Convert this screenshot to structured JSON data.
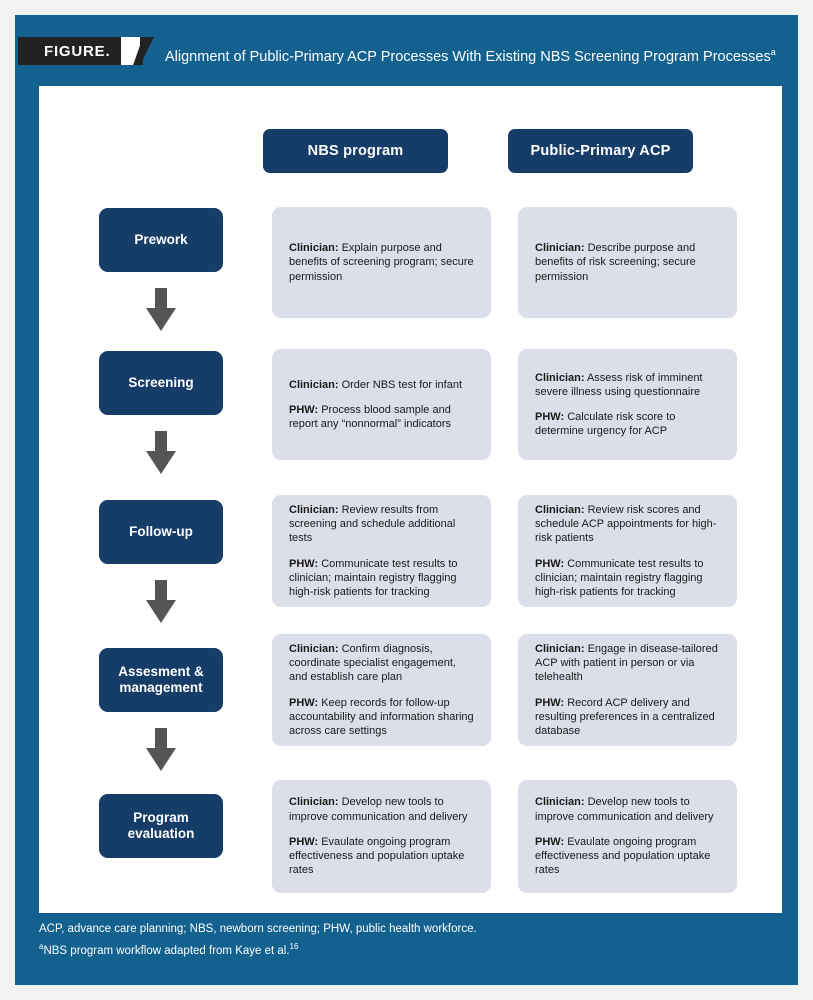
{
  "figure": {
    "tag_label": "FIGURE.",
    "title": "Alignment of Public-Primary ACP Processes With Existing NBS Screening Program Processes",
    "title_superscript": "a"
  },
  "colors": {
    "frame_blue": "#12618f",
    "navy": "#163c68",
    "card_gray": "#dcdfe9",
    "arrow_gray": "#555555",
    "tag_black": "#222222"
  },
  "columns": [
    {
      "label": "NBS program"
    },
    {
      "label": "Public-Primary ACP"
    }
  ],
  "stages": [
    {
      "name": "Prework",
      "nbs": [
        {
          "role": "Clinician:",
          "text": " Explain purpose and benefits of screening program; secure permission"
        }
      ],
      "acp": [
        {
          "role": "Clinician:",
          "text": " Describe purpose and benefits of risk screening; secure permission"
        }
      ]
    },
    {
      "name": "Screening",
      "nbs": [
        {
          "role": "Clinician:",
          "text": " Order NBS test for infant"
        },
        {
          "role": "PHW:",
          "text": " Process blood sample and report any “nonnormal” indicators"
        }
      ],
      "acp": [
        {
          "role": "Clinician:",
          "text": " Assess risk of imminent severe illness using questionnaire"
        },
        {
          "role": "PHW:",
          "text": " Calculate risk score to determine urgency for ACP"
        }
      ]
    },
    {
      "name": "Follow-up",
      "nbs": [
        {
          "role": "Clinician:",
          "text": " Review results from screening and schedule additional tests"
        },
        {
          "role": "PHW:",
          "text": " Communicate test results to clinician; maintain registry flagging high-risk patients for tracking"
        }
      ],
      "acp": [
        {
          "role": "Clinician:",
          "text": " Review risk scores and schedule ACP appointments for high-risk patients"
        },
        {
          "role": "PHW:",
          "text": " Communicate test results to clinician; maintain registry flagging high-risk patients for tracking"
        }
      ]
    },
    {
      "name": "Assesment & management",
      "nbs": [
        {
          "role": "Clinician:",
          "text": " Confirm diagnosis, coordinate specialist engagement, and establish care plan"
        },
        {
          "role": "PHW:",
          "text": " Keep records for follow-up accountability and information sharing across care settings"
        }
      ],
      "acp": [
        {
          "role": "Clinician:",
          "text": " Engage in disease-tailored ACP with patient in person or via telehealth"
        },
        {
          "role": "PHW:",
          "text": " Record ACP delivery and resulting preferences in a centralized database"
        }
      ]
    },
    {
      "name": "Program evaluation",
      "nbs": [
        {
          "role": "Clinician:",
          "text": " Develop new tools to improve communication and delivery"
        },
        {
          "role": "PHW:",
          "text": " Evaulate ongoing program effectiveness and population uptake rates"
        }
      ],
      "acp": [
        {
          "role": "Clinician:",
          "text": " Develop new tools to improve communication and delivery"
        },
        {
          "role": "PHW:",
          "text": " Evaulate ongoing program effectiveness and population uptake rates"
        }
      ]
    }
  ],
  "footnotes": {
    "abbreviations": "ACP, advance care planning; NBS, newborn screening; PHW, public health workforce.",
    "note_marker": "a",
    "note_text": "NBS program workflow adapted from Kaye et al.",
    "note_reference": "16"
  }
}
